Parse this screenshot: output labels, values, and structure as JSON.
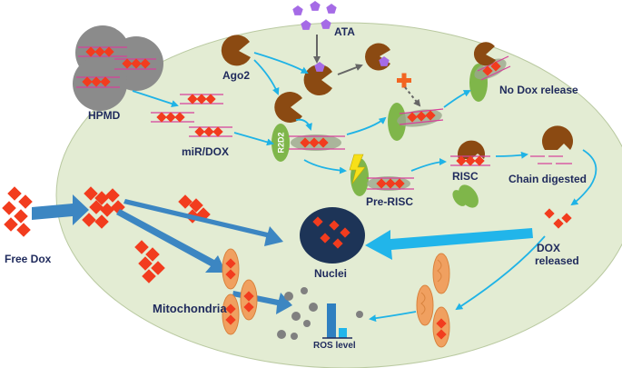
{
  "labels": {
    "ata": "ATA",
    "ago2": "Ago2",
    "hpmd": "HPMD",
    "mir_dox": "miR/DOX",
    "r2d2": "R2D2",
    "pre_risc": "Pre-RISC",
    "risc": "RISC",
    "no_dox_release": "No Dox release",
    "chain_digested": "Chain digested",
    "free_dox": "Free Dox",
    "nuclei": "Nuclei",
    "dox_released_line1": "DOX",
    "dox_released_line2": "released",
    "mitochondria": "Mitochondria",
    "ros_level": "ROS level"
  },
  "colors": {
    "cell": "#e3ecd3",
    "cell_border": "#b9c9a0",
    "arrow_cyan": "#1fb3e6",
    "arrow_blue": "#3c86c2",
    "dox_red": "#f23c1e",
    "strand_pink": "#d6409a",
    "ago2_brown": "#8b4a12",
    "r2d2_green": "#7fb64a",
    "nucleus": "#1d3457",
    "mito": "#f0a060",
    "ata_purple": "#a56be6",
    "ros_grey": "#808080",
    "ros_blue": "#2f7fc0",
    "ros_cyan": "#21b5ea",
    "inhibit_orange": "#f26522",
    "lightning": "#f7e019",
    "label_text": "#1f2a5c"
  }
}
